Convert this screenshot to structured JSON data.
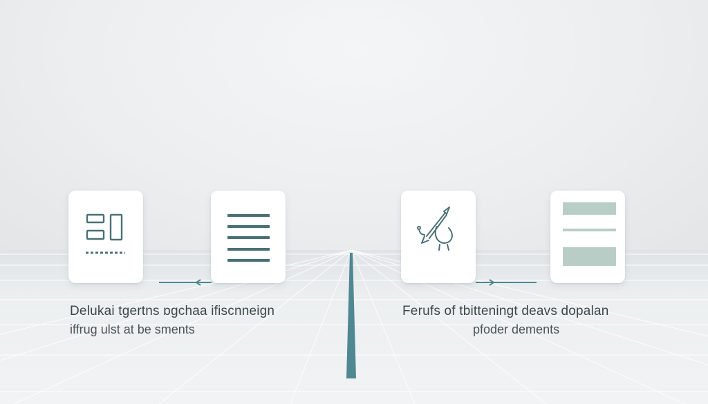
{
  "left_group": {
    "title": "Delukai tgertns ɒgchaa ifiscnneign",
    "subtitle": "iffrug ulst at be sments",
    "icons": [
      "layout-blocks-icon",
      "text-lines-icon"
    ]
  },
  "right_group": {
    "title": "Ferufs of tbitteningt deavs dopalan",
    "subtitle": "pfoder dements",
    "icons": [
      "drawing-tool-icon",
      "content-panels-icon"
    ]
  },
  "colors": {
    "accent": "#4f8792",
    "icon_stroke": "#4a7076",
    "panel_fill": "#b8cdc6"
  }
}
